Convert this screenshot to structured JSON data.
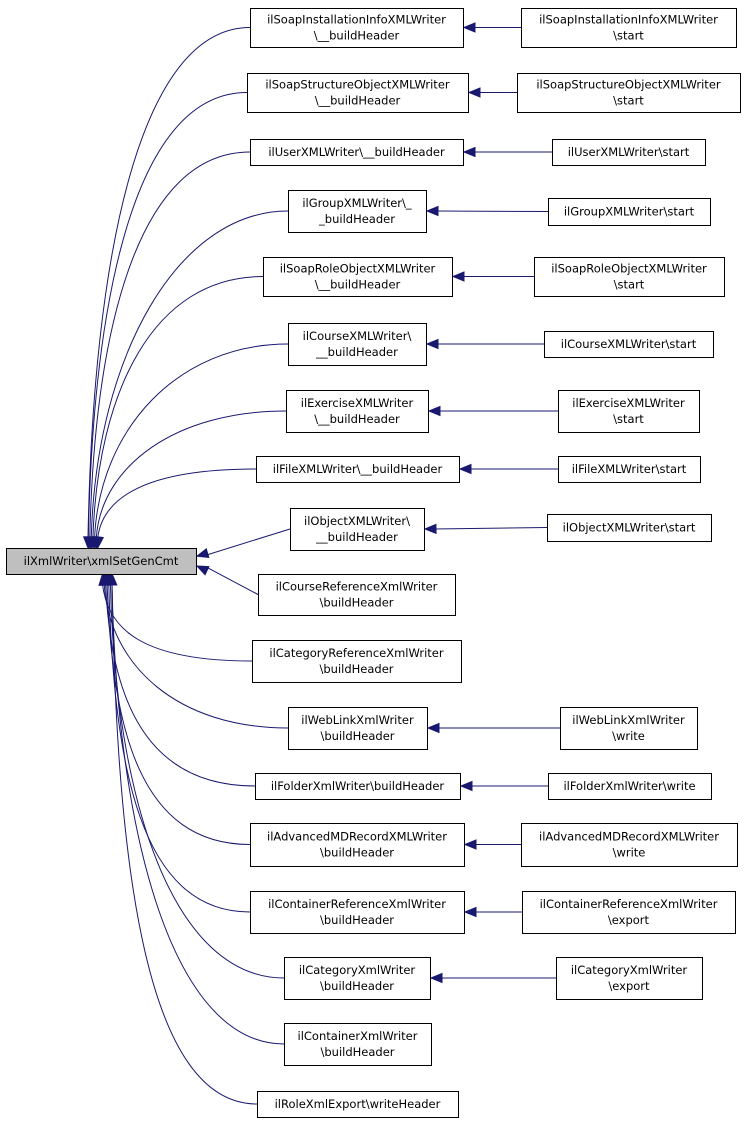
{
  "graph": {
    "root": {
      "id": "root",
      "lines": [
        "ilXmlWriter\\xmlSetGenCmt"
      ]
    },
    "callers": [
      {
        "id": "c1",
        "lines": [
          "ilSoapInstallationInfoXMLWriter",
          "\\__buildHeader"
        ]
      },
      {
        "id": "c2",
        "lines": [
          "ilSoapStructureObjectXMLWriter",
          "\\__buildHeader"
        ]
      },
      {
        "id": "c3",
        "lines": [
          "ilUserXMLWriter\\__buildHeader"
        ]
      },
      {
        "id": "c4",
        "lines": [
          "ilGroupXMLWriter\\_",
          "_buildHeader"
        ]
      },
      {
        "id": "c5",
        "lines": [
          "ilSoapRoleObjectXMLWriter",
          "\\__buildHeader"
        ]
      },
      {
        "id": "c6",
        "lines": [
          "ilCourseXMLWriter\\",
          "__buildHeader"
        ]
      },
      {
        "id": "c7",
        "lines": [
          "ilExerciseXMLWriter",
          "\\__buildHeader"
        ]
      },
      {
        "id": "c8",
        "lines": [
          "ilFileXMLWriter\\__buildHeader"
        ]
      },
      {
        "id": "c9",
        "lines": [
          "ilObjectXMLWriter\\",
          "__buildHeader"
        ]
      },
      {
        "id": "c10",
        "lines": [
          "ilCourseReferenceXmlWriter",
          "\\buildHeader"
        ]
      },
      {
        "id": "c11",
        "lines": [
          "ilCategoryReferenceXmlWriter",
          "\\buildHeader"
        ]
      },
      {
        "id": "c12",
        "lines": [
          "ilWebLinkXmlWriter",
          "\\buildHeader"
        ]
      },
      {
        "id": "c13",
        "lines": [
          "ilFolderXmlWriter\\buildHeader"
        ]
      },
      {
        "id": "c14",
        "lines": [
          "ilAdvancedMDRecordXMLWriter",
          "\\buildHeader"
        ]
      },
      {
        "id": "c15",
        "lines": [
          "ilContainerReferenceXmlWriter",
          "\\buildHeader"
        ]
      },
      {
        "id": "c16",
        "lines": [
          "ilCategoryXmlWriter",
          "\\buildHeader"
        ]
      },
      {
        "id": "c17",
        "lines": [
          "ilContainerXmlWriter",
          "\\buildHeader"
        ]
      },
      {
        "id": "c18",
        "lines": [
          "ilRoleXmlExport\\writeHeader"
        ]
      }
    ],
    "outer": [
      {
        "id": "o1",
        "lines": [
          "ilSoapInstallationInfoXMLWriter",
          "\\start"
        ],
        "calls": "c1"
      },
      {
        "id": "o2",
        "lines": [
          "ilSoapStructureObjectXMLWriter",
          "\\start"
        ],
        "calls": "c2"
      },
      {
        "id": "o3",
        "lines": [
          "ilUserXMLWriter\\start"
        ],
        "calls": "c3"
      },
      {
        "id": "o4",
        "lines": [
          "ilGroupXMLWriter\\start"
        ],
        "calls": "c4"
      },
      {
        "id": "o5",
        "lines": [
          "ilSoapRoleObjectXMLWriter",
          "\\start"
        ],
        "calls": "c5"
      },
      {
        "id": "o6",
        "lines": [
          "ilCourseXMLWriter\\start"
        ],
        "calls": "c6"
      },
      {
        "id": "o7",
        "lines": [
          "ilExerciseXMLWriter",
          "\\start"
        ],
        "calls": "c7"
      },
      {
        "id": "o8",
        "lines": [
          "ilFileXMLWriter\\start"
        ],
        "calls": "c8"
      },
      {
        "id": "o9",
        "lines": [
          "ilObjectXMLWriter\\start"
        ],
        "calls": "c9"
      },
      {
        "id": "o10",
        "lines": [
          "ilWebLinkXmlWriter",
          "\\write"
        ],
        "calls": "c12"
      },
      {
        "id": "o11",
        "lines": [
          "ilFolderXmlWriter\\write"
        ],
        "calls": "c13"
      },
      {
        "id": "o12",
        "lines": [
          "ilAdvancedMDRecordXMLWriter",
          "\\write"
        ],
        "calls": "c14"
      },
      {
        "id": "o13",
        "lines": [
          "ilContainerReferenceXmlWriter",
          "\\export"
        ],
        "calls": "c15"
      },
      {
        "id": "o14",
        "lines": [
          "ilCategoryXmlWriter",
          "\\export"
        ],
        "calls": "c16"
      }
    ]
  }
}
